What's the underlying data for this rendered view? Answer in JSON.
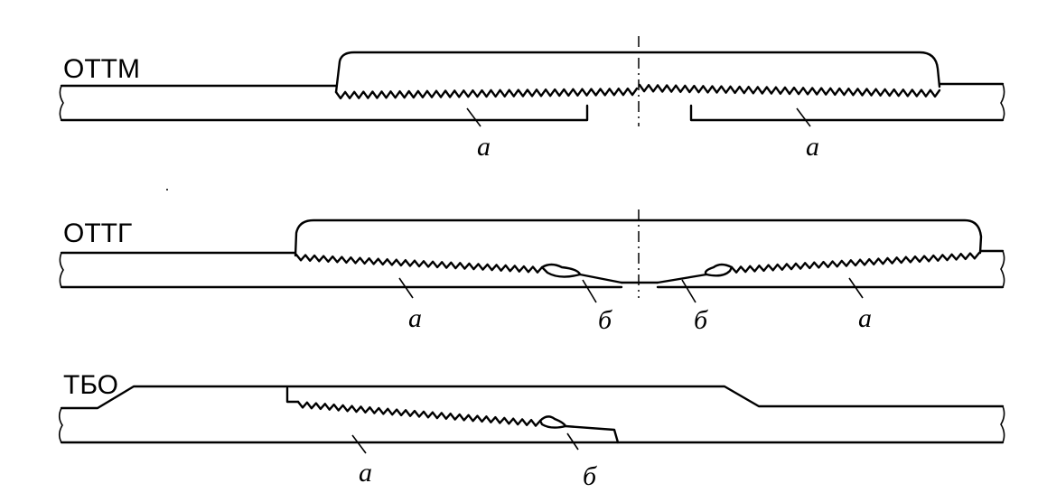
{
  "joints": [
    {
      "name": "ОТТМ",
      "labels": [
        "а",
        "а"
      ]
    },
    {
      "name": "ОТТГ",
      "labels": [
        "а",
        "б",
        "б",
        "а"
      ]
    },
    {
      "name": "ТБО",
      "labels": [
        "а",
        "б"
      ]
    }
  ]
}
